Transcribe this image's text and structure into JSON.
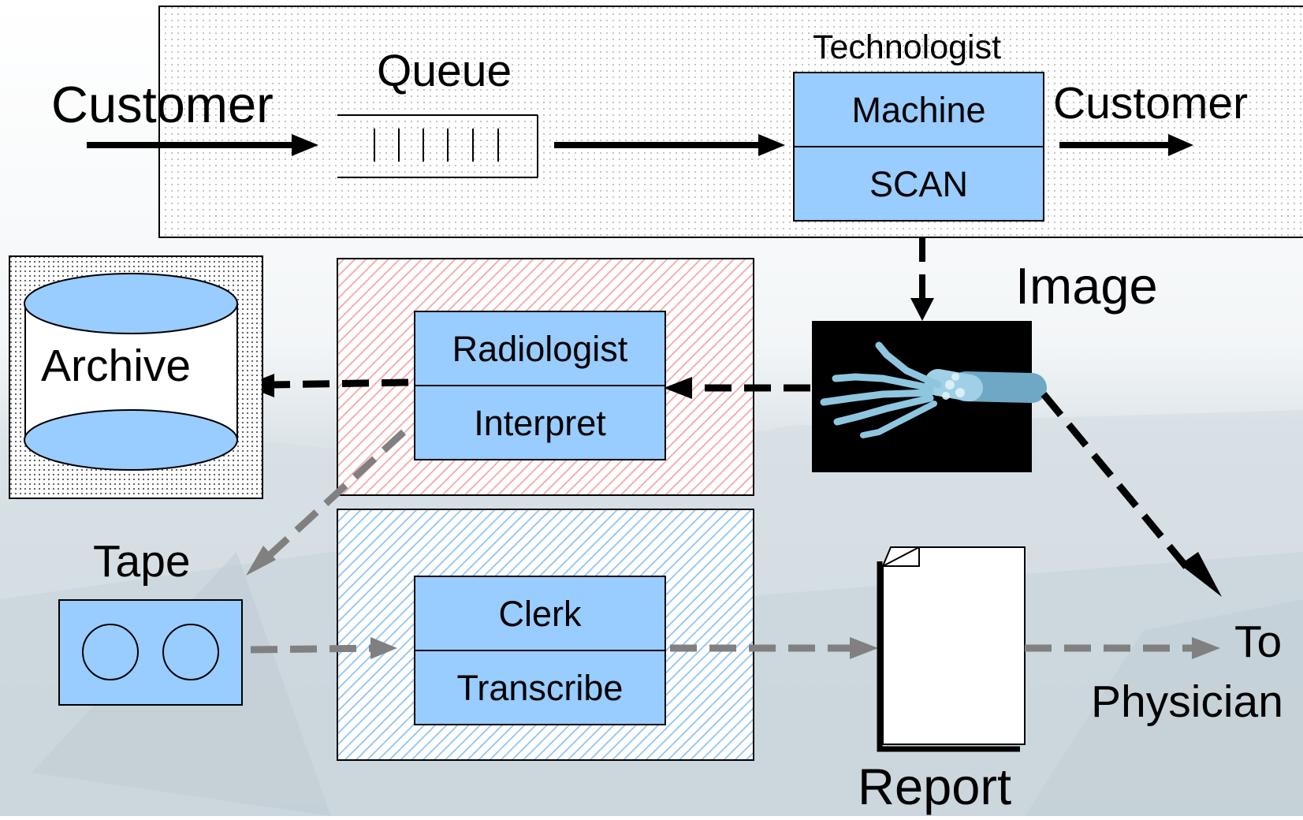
{
  "labels": {
    "customer_in": "Customer",
    "queue": "Queue",
    "technologist": "Technologist",
    "machine": "Machine",
    "scan": "SCAN",
    "customer_out": "Customer",
    "image": "Image",
    "archive": "Archive",
    "radiologist": "Radiologist",
    "interpret": "Interpret",
    "tape": "Tape",
    "clerk": "Clerk",
    "transcribe": "Transcribe",
    "report": "Report",
    "to": "To",
    "physician": "Physician"
  },
  "colors": {
    "box_fill": "#99ccff",
    "radiologist_hatch": "#f4a6a6",
    "clerk_hatch": "#8fc3f0",
    "arrow_black": "#000000",
    "arrow_gray": "#808080"
  }
}
